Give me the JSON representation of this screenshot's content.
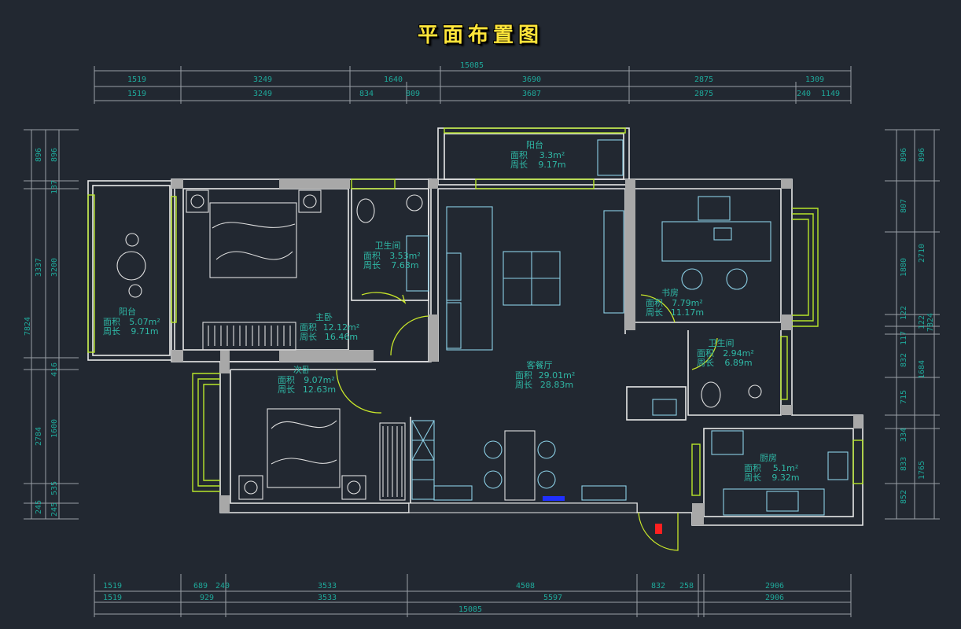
{
  "title": "平面布置图",
  "labels": {
    "area": "面积",
    "perimeter": "周长"
  },
  "dimensions": {
    "top_total": "15085",
    "top_row1": [
      "1519",
      "3249",
      "1640",
      "3690",
      "2875",
      "1309"
    ],
    "top_row2": [
      "1519",
      "3249",
      "834",
      "809",
      "3687",
      "2875",
      "240",
      "1149"
    ],
    "bottom_row1": [
      "1519",
      "689",
      "240",
      "3533",
      "4508",
      "832",
      "258",
      "2906"
    ],
    "bottom_row2": [
      "1519",
      "929",
      "3533",
      "5597",
      "2906"
    ],
    "bottom_total": "15085",
    "left_outer": "7824",
    "left_mid": [
      "896",
      "3337",
      "2784",
      "245"
    ],
    "left_inner": [
      "896",
      "137",
      "3200",
      "416",
      "1600",
      "535",
      "245"
    ],
    "right_inner": [
      "896",
      "807",
      "1880",
      "122",
      "117",
      "832",
      "715",
      "334",
      "833",
      "852"
    ],
    "right_mid": [
      "896",
      "2710",
      "122",
      "1684",
      "1765"
    ],
    "right_outer": "7824"
  },
  "rooms": [
    {
      "name": "阳台",
      "area": "3.3m²",
      "perimeter": "9.17m"
    },
    {
      "name": "阳台",
      "area": "5.07m²",
      "perimeter": "9.71m"
    },
    {
      "name": "主卧",
      "area": "12.12m²",
      "perimeter": "16.46m"
    },
    {
      "name": "卫生间",
      "area": "3.53m²",
      "perimeter": "7.63m"
    },
    {
      "name": "次卧",
      "area": "9.07m²",
      "perimeter": "12.63m"
    },
    {
      "name": "客餐厅",
      "area": "29.01m²",
      "perimeter": "28.83m"
    },
    {
      "name": "书房",
      "area": "7.79m²",
      "perimeter": "11.17m"
    },
    {
      "name": "卫生间",
      "area": "2.94m²",
      "perimeter": "6.89m"
    },
    {
      "name": "厨房",
      "area": "5.1m²",
      "perimeter": "9.32m"
    }
  ],
  "colors": {
    "background": "#222831",
    "title": "#ffe53a",
    "dimension_text": "#1fa89a",
    "window": "#b8e62a",
    "furniture": "#8cd0e6",
    "entry_marker": "#ff2020",
    "wall": "#e8e8e8"
  }
}
